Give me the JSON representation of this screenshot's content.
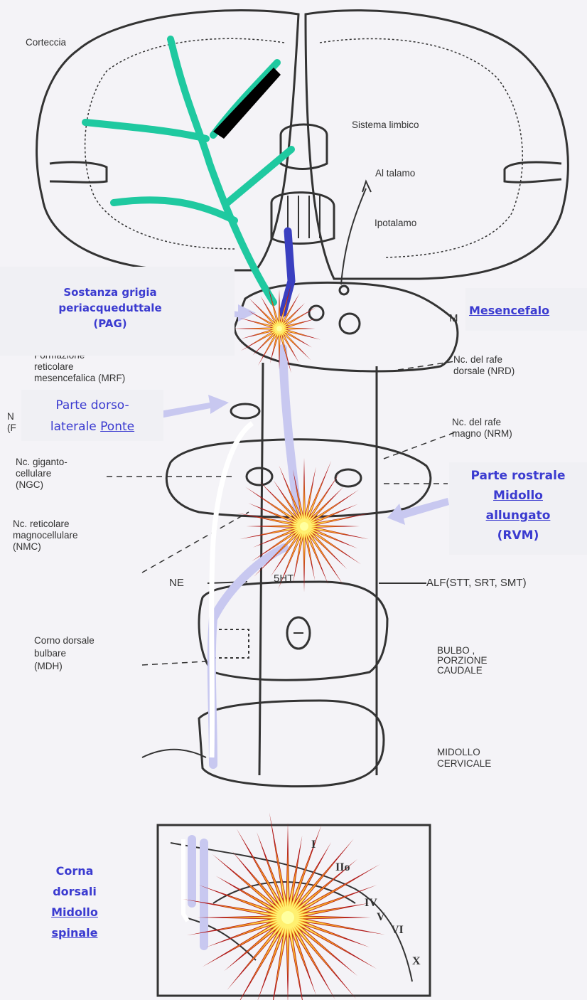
{
  "printed_labels": {
    "corteccia": "Corteccia",
    "sistema_limbico": "Sistema limbico",
    "al_talamo": "Al talamo",
    "ipotalamo": "Ipotalamo",
    "formazione_reticolare_1": "Formazione",
    "formazione_reticolare_2": "reticolare",
    "formazione_reticolare_3": "mesencefalica (MRF)",
    "nrd_1": "Nc. del rafe",
    "nrd_2": "dorsale (NRD)",
    "nrm_1": "Nc. del rafe",
    "nrm_2": "magno (NRM)",
    "ngc_1": "Nc. giganto-",
    "ngc_2": "cellulare",
    "ngc_3": "(NGC)",
    "nmc_1": "Nc. reticolare",
    "nmc_2": "magnocellulare",
    "nmc_3": "(NMC)",
    "ne": "NE",
    "sht": "5HT",
    "alf": "ALF(STT, SRT, SMT)",
    "mdh_1": "Corno dorsale",
    "mdh_2": "bulbare",
    "mdh_3": "(MDH)",
    "bulbo_1": "BULBO ,",
    "bulbo_2": "PORZIONE",
    "bulbo_3": "CAUDALE",
    "midollo_1": "MIDOLLO",
    "midollo_2": "CERVICALE",
    "partial_left_1": "N",
    "partial_left_2": "(F",
    "partial_m": "M"
  },
  "laminae": [
    "I",
    "IIo",
    "IV",
    "V",
    "VI",
    "X"
  ],
  "annotations": {
    "pag_1": "Sostanza grigia",
    "pag_2": "periacqueduttale",
    "pag_3": "(PAG)",
    "mesencefalo": "Mesencefalo",
    "ponte_1": "Parte dorso-",
    "ponte_2": "laterale ",
    "ponte_link": "Ponte",
    "rvm_1": "Parte rostrale",
    "rvm_2": "Midollo",
    "rvm_3": "allungato",
    "rvm_4": "(RVM)",
    "corna_1": "Corna",
    "corna_2": "dorsali",
    "corna_3": "Midollo",
    "corna_4": "spinale"
  },
  "colors": {
    "annotation_text": "#3b3bd0",
    "teal_tree": "#1fc9a0",
    "navy_path": "#3a3fc0",
    "lavender_path": "#c8c8f0",
    "burst_outer": "#b01818",
    "burst_inner": "#f5a020",
    "burst_core": "#fff070",
    "line_art": "#333333"
  }
}
